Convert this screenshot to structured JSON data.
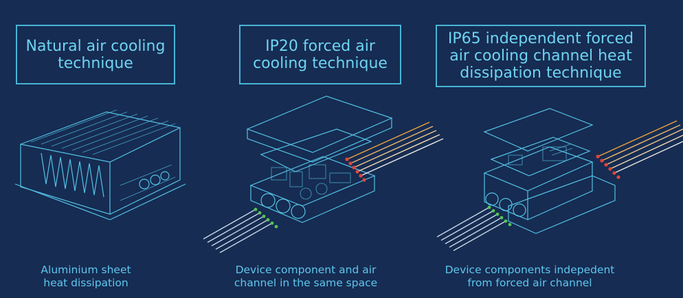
{
  "panels": [
    {
      "title": "Natural air cooling\ntechnique",
      "caption": "Aluminium sheet\nheat dissipation"
    },
    {
      "title": "IP20 forced air\ncooling technique",
      "caption": "Device component and air\nchannel in the same space"
    },
    {
      "title": "IP65 independent forced\nair cooling channel heat\ndissipation technique",
      "caption": "Device components indepedent\nfrom forced air channel"
    }
  ],
  "colors": {
    "background": "#162c52",
    "line": "#55c2e6",
    "title_text": "#6fd3f2",
    "hot_air": "#e0453a",
    "warm_air": "#f2a43a",
    "cool_air": "#56c35a"
  }
}
